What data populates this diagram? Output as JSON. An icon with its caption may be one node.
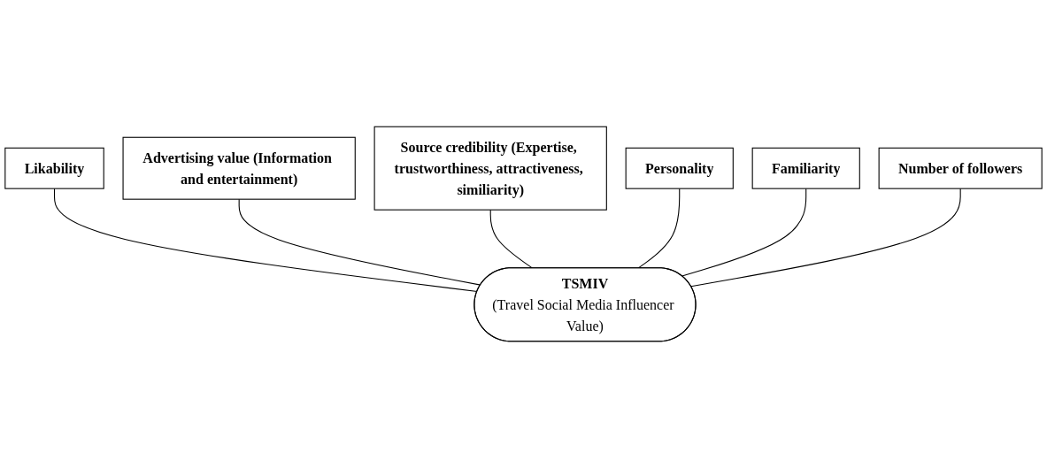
{
  "diagram": {
    "nodes": [
      {
        "text": [
          "Advertising value (Information and entertainment)"
        ]
      },
      {
        "text": [
          "Source credibility (Expertise, trustworthiness, attractiveness, similiarity)"
        ]
      },
      {
        "text": [
          "Familiarity"
        ]
      },
      {
        "text": [
          "Likability"
        ]
      },
      {
        "text": [
          "Personality"
        ]
      },
      {
        "text": [
          "Number of followers"
        ]
      },
      {
        "text": [
          "TSMIV",
          "(Travel Social Media Influencer Value)"
        ]
      }
    ],
    "edges": [
      {
        "from": 3,
        "to": 6,
        "arrow": "none"
      },
      {
        "from": 0,
        "to": 6,
        "arrow": "none"
      },
      {
        "from": 1,
        "to": 6,
        "arrow": "none"
      },
      {
        "from": 4,
        "to": 6,
        "arrow": "none"
      },
      {
        "from": 2,
        "to": 6,
        "arrow": "none"
      },
      {
        "from": 5,
        "to": 6,
        "arrow": "none"
      }
    ]
  }
}
